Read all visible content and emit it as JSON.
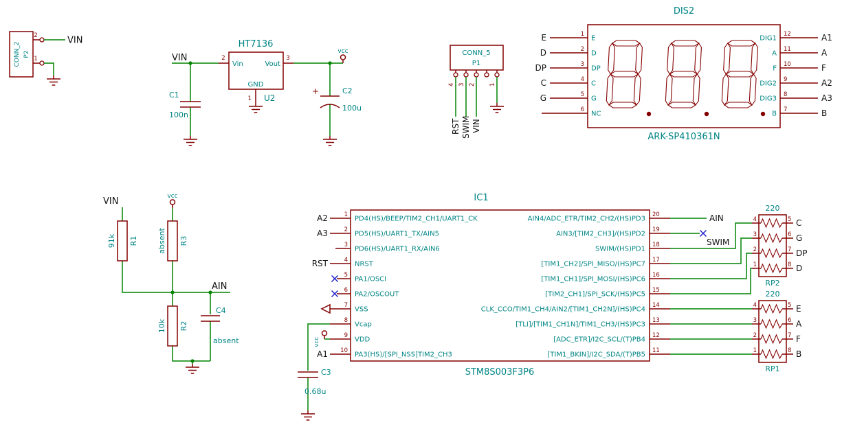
{
  "labels": {
    "vcc": "vcc"
  },
  "conn2": {
    "value": "CONN_2",
    "ref": "P2",
    "pin2_num": "2",
    "pin1_num": "1",
    "pin2_net": "VIN"
  },
  "regulator": {
    "value": "HT7136",
    "ref": "U2",
    "input_net": "VIN",
    "pin_vin": "Vin",
    "pin_vout": "Vout",
    "pin_gnd": "GND",
    "pin_vin_num": "2",
    "pin_vout_num": "3",
    "pin_gnd_num": "1"
  },
  "cap_c1": {
    "ref": "C1",
    "value": "100n"
  },
  "cap_c2": {
    "ref": "C2",
    "value": "100u",
    "polarity": "+"
  },
  "cap_c3": {
    "ref": "C3",
    "value": "0.68u"
  },
  "cap_c4": {
    "ref": "C4",
    "value": "absent"
  },
  "conn5": {
    "value": "CONN_5",
    "ref": "P1",
    "pin_nums": [
      "4",
      "3",
      "2",
      "1"
    ],
    "net_rst": "RST",
    "net_swim": "SWIM",
    "net_vin": "VIN"
  },
  "display": {
    "ref": "DIS2",
    "part": "ARK-SP410361N",
    "left_pins": [
      {
        "num": "1",
        "name": "E",
        "net": "E"
      },
      {
        "num": "2",
        "name": "D",
        "net": "D"
      },
      {
        "num": "3",
        "name": "DP",
        "net": "DP"
      },
      {
        "num": "4",
        "name": "C",
        "net": "C"
      },
      {
        "num": "5",
        "name": "G",
        "net": "G"
      },
      {
        "num": "6",
        "name": "NC",
        "net": ""
      }
    ],
    "right_pins": [
      {
        "num": "12",
        "name": "DIG1",
        "net": "A1"
      },
      {
        "num": "11",
        "name": "A",
        "net": "A"
      },
      {
        "num": "10",
        "name": "F",
        "net": "F"
      },
      {
        "num": "9",
        "name": "DIG2",
        "net": "A2"
      },
      {
        "num": "8",
        "name": "DIG3",
        "net": "A3"
      },
      {
        "num": "7",
        "name": "B",
        "net": "B"
      }
    ]
  },
  "divider": {
    "net_vin": "VIN",
    "net_ain": "AIN",
    "r1": {
      "ref": "R1",
      "value": "91k"
    },
    "r2": {
      "ref": "R2",
      "value": "10k"
    },
    "r3": {
      "ref": "R3",
      "value": "absent"
    }
  },
  "ic1": {
    "ref": "IC1",
    "part": "STM8S003F3P6",
    "left_pins": [
      {
        "num": "1",
        "name": "PD4(HS)/BEEP/TIM2_CH1/UART1_CK",
        "net": "A2"
      },
      {
        "num": "2",
        "name": "PD5(HS)/UART1_TX/AIN5",
        "net": "A3"
      },
      {
        "num": "3",
        "name": "PD6(HS)/UART1_RX/AIN6",
        "net": ""
      },
      {
        "num": "4",
        "name": "NRST",
        "net": "RST"
      },
      {
        "num": "5",
        "name": "PA1/OSCI",
        "net": ""
      },
      {
        "num": "6",
        "name": "PA2/OSCOUT",
        "net": ""
      },
      {
        "num": "7",
        "name": "VSS",
        "net": ""
      },
      {
        "num": "8",
        "name": "Vcap",
        "net": ""
      },
      {
        "num": "9",
        "name": "VDD",
        "net": ""
      },
      {
        "num": "10",
        "name": "PA3(HS)/[SPI_NSS]TIM2_CH3",
        "net": "A1"
      }
    ],
    "right_pins": [
      {
        "num": "20",
        "name": "AIN4/ADC_ETR/TIM2_CH2/(HS)PD3",
        "net": "AIN"
      },
      {
        "num": "19",
        "name": "AIN3/[TIM2_CH3]/(HS)PD2",
        "net": ""
      },
      {
        "num": "18",
        "name": "SWIM/(HS)PD1",
        "net": "SWIM"
      },
      {
        "num": "17",
        "name": "[TIM1_CH2]/SPI_MISO/(HS)PC7",
        "net": ""
      },
      {
        "num": "16",
        "name": "[TIM1_CH1]/SPI_MOSI/(HS)PC6",
        "net": ""
      },
      {
        "num": "15",
        "name": "[TIM2_CH1]/SPI_SCK/(HS)PC5",
        "net": ""
      },
      {
        "num": "14",
        "name": "CLK_CCO/TIM1_CH4/AIN2/[TIM1_CH2N]/(HS)PC4",
        "net": ""
      },
      {
        "num": "13",
        "name": "[TLI]/[TIM1_CH1N]/TIM1_CH3/(HS)PC3",
        "net": ""
      },
      {
        "num": "12",
        "name": "[ADC_ETR]/I2C_SCL/(T)PB4",
        "net": ""
      },
      {
        "num": "11",
        "name": "[TIM1_BKIN]/I2C_SDA/(T)PB5",
        "net": ""
      }
    ]
  },
  "rp2": {
    "ref": "RP2",
    "value": "220",
    "left_nums": [
      "4",
      "3",
      "2",
      "1"
    ],
    "right_pins": [
      {
        "num": "5",
        "net": "C"
      },
      {
        "num": "6",
        "net": "G"
      },
      {
        "num": "7",
        "net": "DP"
      },
      {
        "num": "8",
        "net": "D"
      }
    ]
  },
  "rp1": {
    "ref": "RP1",
    "value": "220",
    "left_nums": [
      "4",
      "3",
      "2",
      "1"
    ],
    "right_pins": [
      {
        "num": "5",
        "net": "E"
      },
      {
        "num": "6",
        "net": "A"
      },
      {
        "num": "7",
        "net": "F"
      },
      {
        "num": "8",
        "net": "B"
      }
    ]
  }
}
